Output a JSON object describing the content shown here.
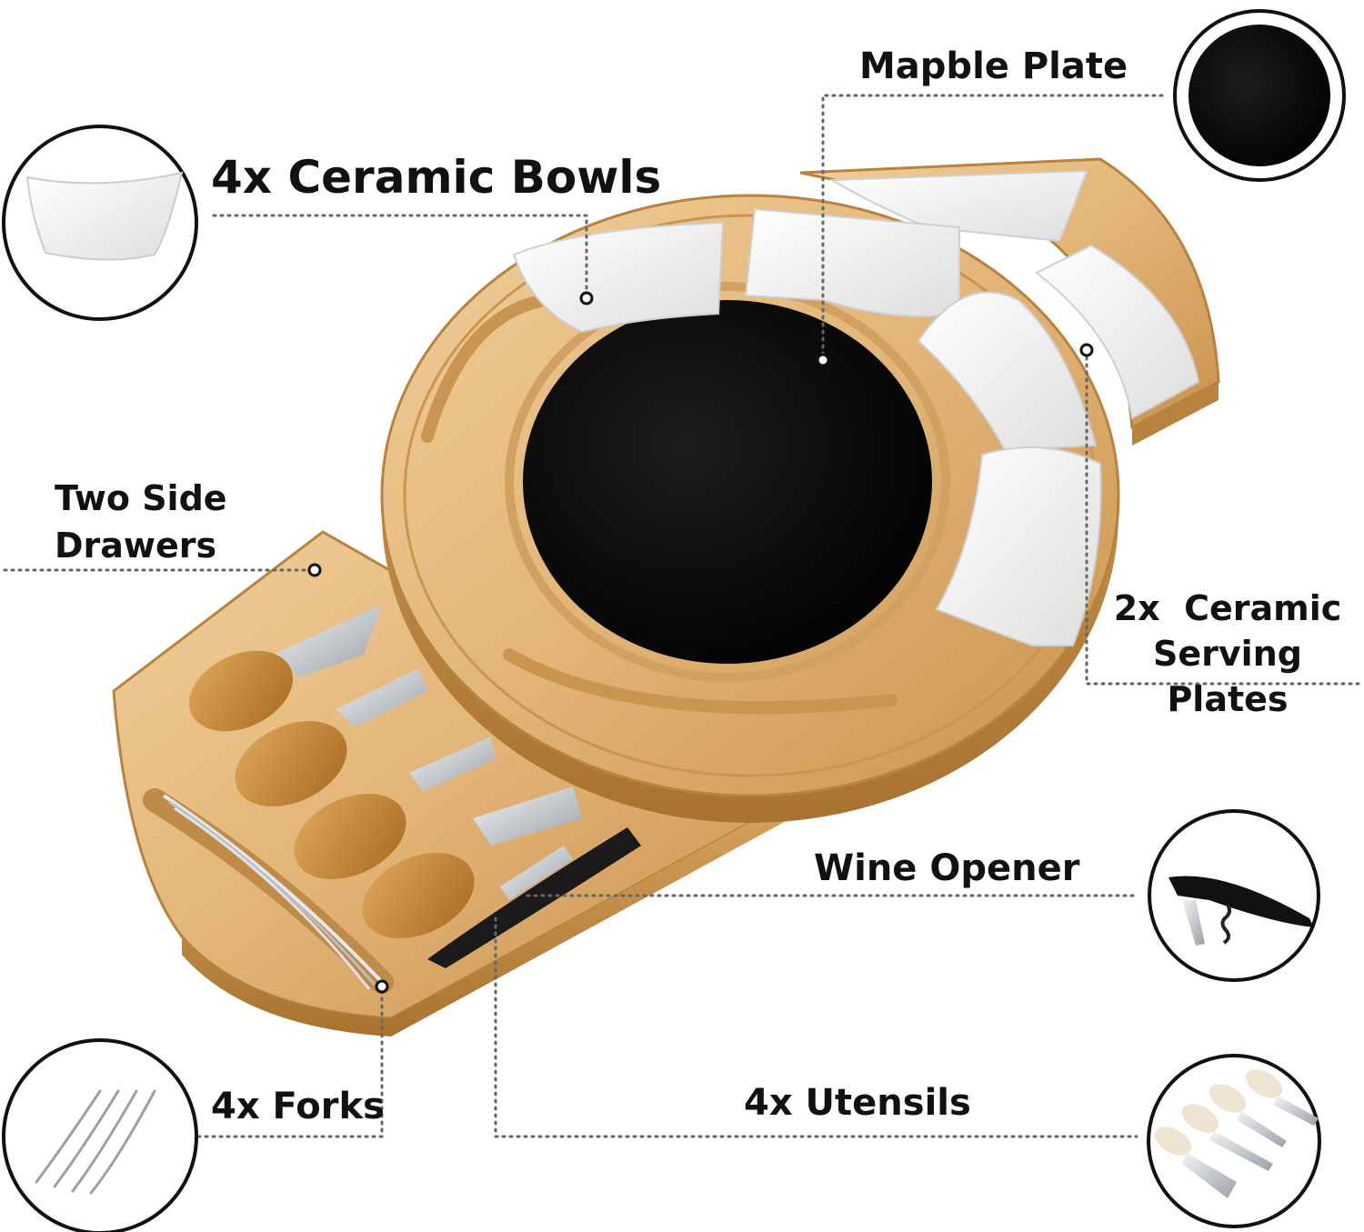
{
  "labels": {
    "mapble_plate": "Mapble Plate",
    "ceramic_bowls": "4x Ceramic Bowls",
    "two_side_drawers": [
      "Two Side",
      "Drawers"
    ],
    "serving_plates": [
      "2x  Ceramic",
      "Serving Plates"
    ],
    "wine_opener": "Wine Opener",
    "forks": "4x Forks",
    "utensils": "4x Utensils"
  },
  "colors": {
    "wood_light": "#e9c48c",
    "wood_mid": "#d9a766",
    "wood_dark": "#b8833f",
    "slate": "#0b0b0b",
    "ceramic": "#f7f7f5",
    "handle": "#c98a3c",
    "steel": "#c7ccd1"
  },
  "icons": [
    "ceramic-bowl-icon",
    "black-plate-icon",
    "wine-opener-icon",
    "forks-icon",
    "utensils-icon"
  ]
}
